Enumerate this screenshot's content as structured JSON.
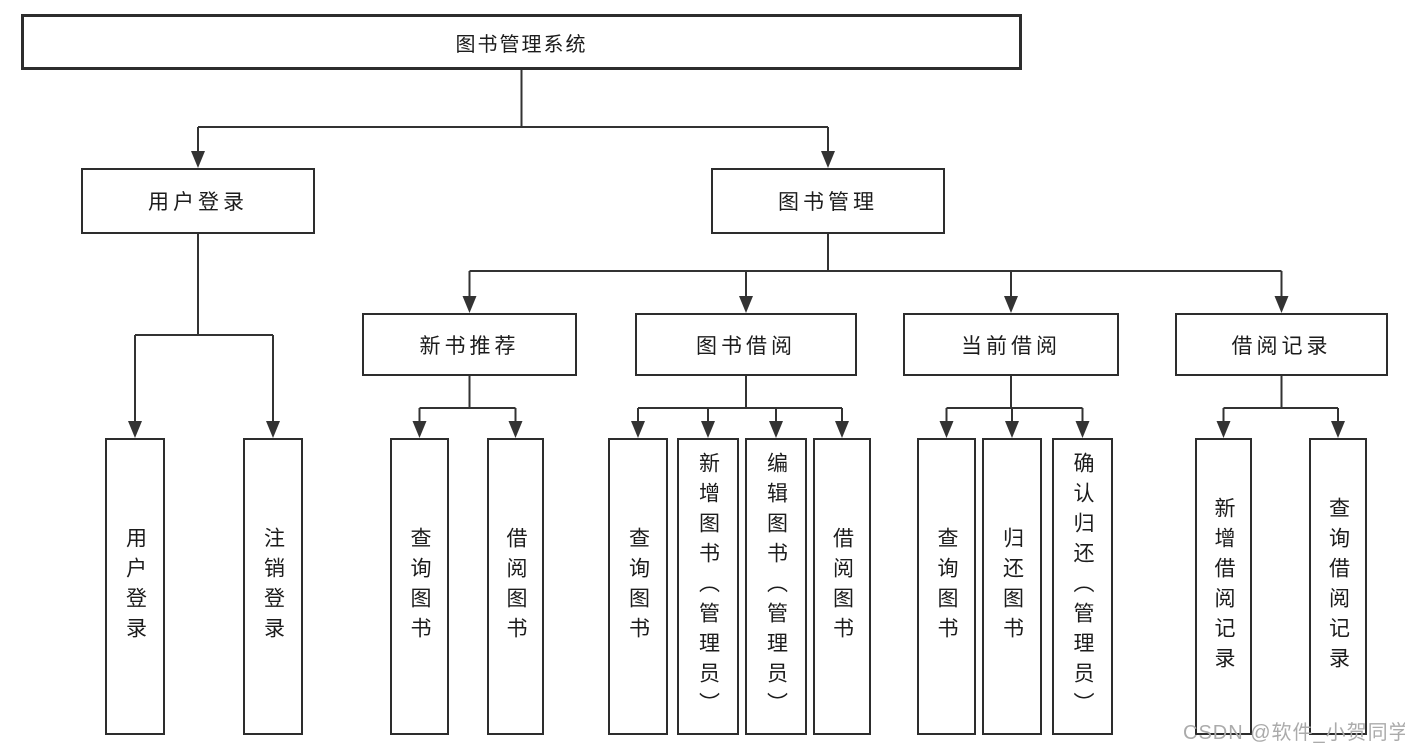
{
  "nodes": {
    "root": {
      "label": "图书管理系统"
    },
    "user_login": {
      "label": "用户登录"
    },
    "book_management": {
      "label": "图书管理"
    },
    "new_book_recommend": {
      "label": "新书推荐"
    },
    "book_borrowing": {
      "label": "图书借阅"
    },
    "current_borrowing": {
      "label": "当前借阅"
    },
    "borrowing_records": {
      "label": "借阅记录"
    },
    "leaves": {
      "user_login": {
        "label": "用户登录"
      },
      "logout": {
        "label": "注销登录"
      },
      "query_books_recommend": {
        "label": "查询图书"
      },
      "borrow_books_recommend": {
        "label": "借阅图书"
      },
      "query_books_borrowing": {
        "label": "查询图书"
      },
      "add_books_admin": {
        "label": "新增图书（管理员）"
      },
      "edit_books_admin": {
        "label": "编辑图书（管理员）"
      },
      "borrow_books_borrowing": {
        "label": "借阅图书"
      },
      "query_books_current": {
        "label": "查询图书"
      },
      "return_books": {
        "label": "归还图书"
      },
      "confirm_return_admin": {
        "label": "确认归还（管理员）"
      },
      "add_borrow_record": {
        "label": "新增借阅记录"
      },
      "query_borrow_record": {
        "label": "查询借阅记录"
      }
    }
  },
  "hierarchy": {
    "图书管理系统": [
      "用户登录",
      "图书管理"
    ],
    "用户登录": [
      "用户登录",
      "注销登录"
    ],
    "图书管理": [
      "新书推荐",
      "图书借阅",
      "当前借阅",
      "借阅记录"
    ],
    "新书推荐": [
      "查询图书",
      "借阅图书"
    ],
    "图书借阅": [
      "查询图书",
      "新增图书（管理员）",
      "编辑图书（管理员）",
      "借阅图书"
    ],
    "当前借阅": [
      "查询图书",
      "归还图书",
      "确认归还（管理员）"
    ],
    "借阅记录": [
      "新增借阅记录",
      "查询借阅记录"
    ]
  },
  "watermark": {
    "text": "CSDN @软件_小贺同学"
  },
  "colors": {
    "line": "#333333",
    "box_border": "#2d2d2d",
    "box_fill": "#ffffff",
    "text": "#1c1c1c",
    "watermark": "#ababab",
    "background": "#ffffff"
  }
}
